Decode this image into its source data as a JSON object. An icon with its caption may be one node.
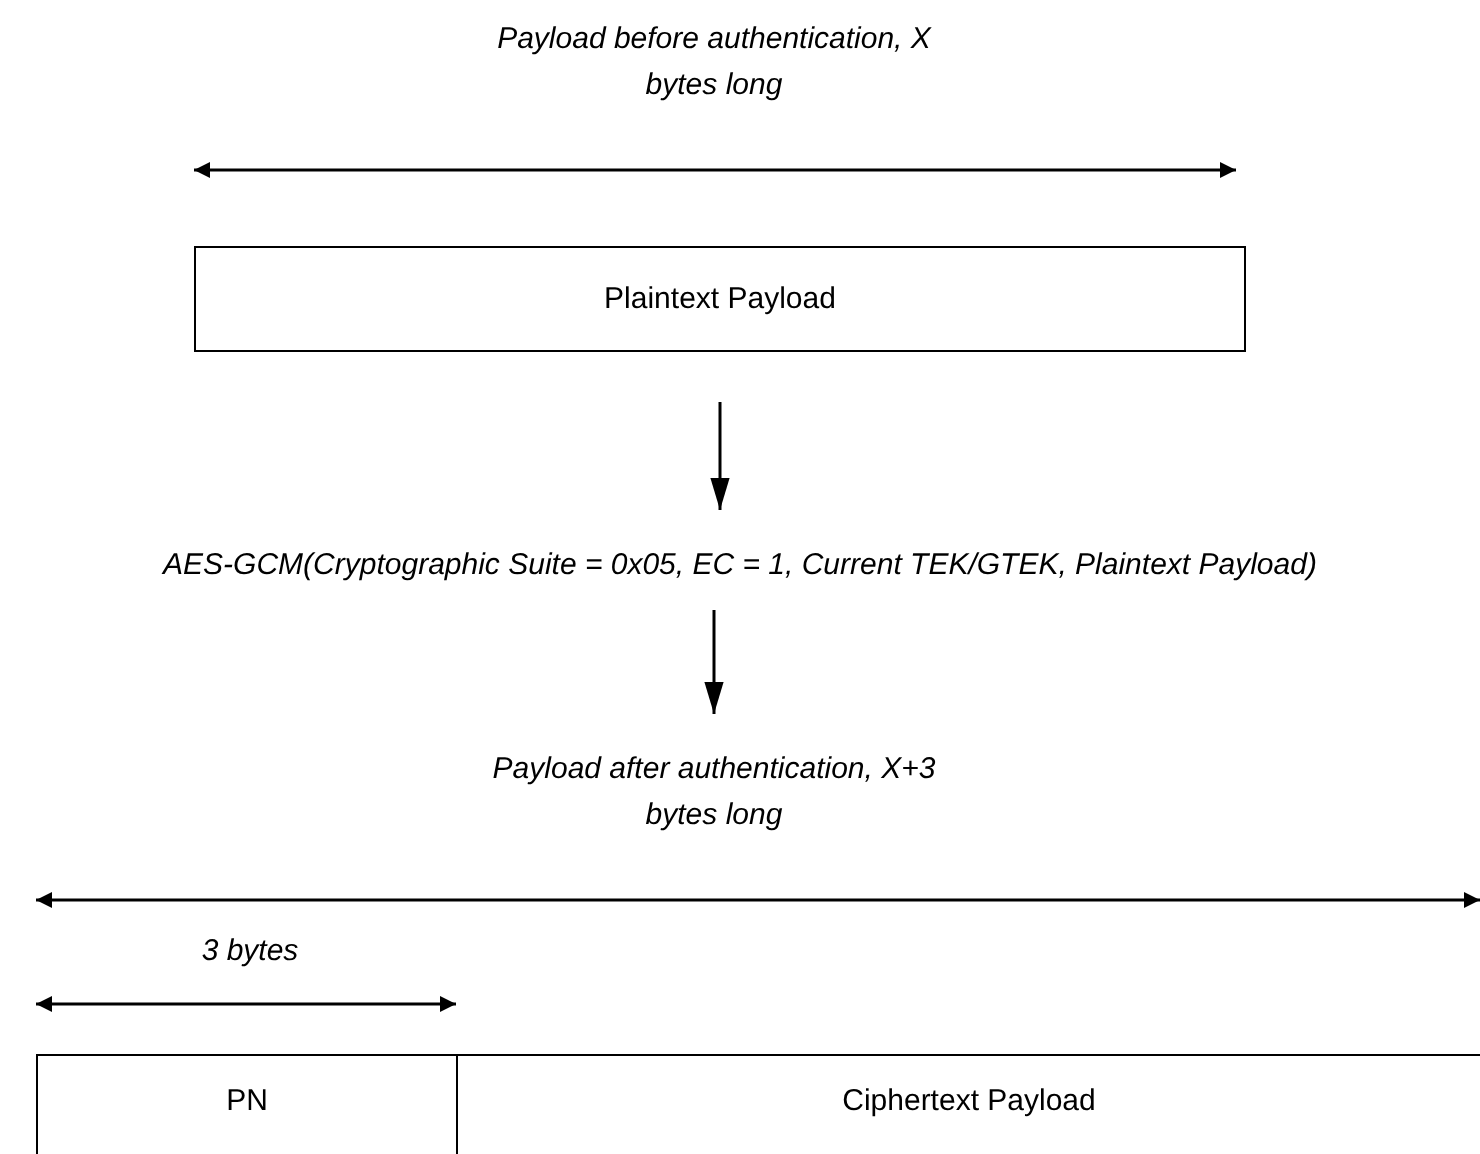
{
  "diagram": {
    "nodes": [
      {
        "text": [
          "Plaintext Payload"
        ]
      },
      {
        "text": [
          "AES-GCM(Cryptographic Suite = 0x05, EC = 1, Current TEK/GTEK, Plaintext Payload)"
        ]
      },
      {
        "text": [
          "PN"
        ]
      },
      {
        "text": [
          "Ciphertext Payload"
        ]
      }
    ],
    "edges": [
      {
        "from": 0,
        "to": 1,
        "arrow": "to"
      },
      {
        "from": 1,
        "to": null,
        "arrow": "to"
      }
    ],
    "labels": [
      "Payload before authentication, X bytes long",
      "Payload after authentication, X+3 bytes long",
      "3 bytes"
    ]
  }
}
